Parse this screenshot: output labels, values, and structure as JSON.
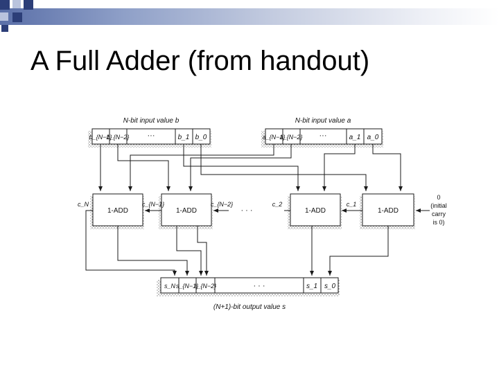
{
  "slide": {
    "title": "A Full Adder (from handout)"
  },
  "colors": {
    "title_bar": "#5a6fa8",
    "deco_dark": "#2c3e78",
    "deco_light": "#b9c3dd",
    "line": "#1a1a1a"
  },
  "diagram": {
    "input_b": {
      "label": "N-bit input value b",
      "bits": [
        "b_{N−1}",
        "b_{N−2}",
        "···",
        "b_1",
        "b_0"
      ]
    },
    "input_a": {
      "label": "N-bit input value a",
      "bits": [
        "a_{N−1}",
        "a_{N−2}",
        "···",
        "a_1",
        "a_0"
      ]
    },
    "adders": [
      {
        "label": "1-ADD",
        "carry_in": "c_N"
      },
      {
        "label": "1-ADD",
        "carry_in": "c_{N−1}"
      },
      {
        "label": "1-ADD",
        "carry_in": "c_2"
      },
      {
        "label": "1-ADD",
        "carry_in": "c_1"
      }
    ],
    "between_carry": "c_{N−2}",
    "ellipsis": "· · ·",
    "initial_carry": [
      "0",
      "(initial",
      "carry",
      "is 0)"
    ],
    "output": {
      "label": "(N+1)-bit output value s",
      "bits": [
        "s_N",
        "s_{N−1}",
        "s_{N−2}",
        "· · ·",
        "s_1",
        "s_0"
      ]
    }
  }
}
